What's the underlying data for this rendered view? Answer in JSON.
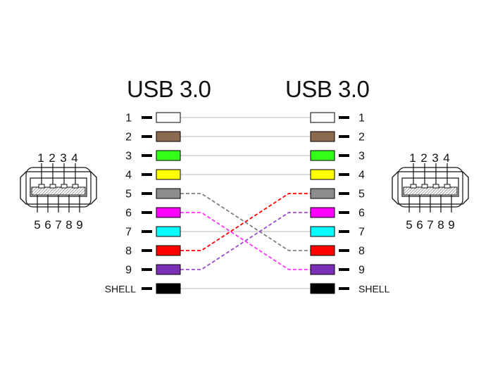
{
  "left_title": "USB 3.0",
  "right_title": "USB 3.0",
  "pins": [
    {
      "label": "1",
      "color": "#ffffff"
    },
    {
      "label": "2",
      "color": "#8b6a4f"
    },
    {
      "label": "3",
      "color": "#33ff1a"
    },
    {
      "label": "4",
      "color": "#ffff00"
    },
    {
      "label": "5",
      "color": "#8c8c8c"
    },
    {
      "label": "6",
      "color": "#ff00ff"
    },
    {
      "label": "7",
      "color": "#00ffff"
    },
    {
      "label": "8",
      "color": "#ff0000"
    },
    {
      "label": "9",
      "color": "#7a2fb5"
    },
    {
      "label": "SHELL",
      "color": "#000000"
    }
  ],
  "crossovers": [
    {
      "from": "5",
      "to": "8",
      "color": "#808080"
    },
    {
      "from": "6",
      "to": "9",
      "color": "#ff33ff"
    },
    {
      "from": "8",
      "to": "5",
      "color": "#ff0000"
    },
    {
      "from": "9",
      "to": "6",
      "color": "#9b4dc8"
    }
  ],
  "connector_left": {
    "top_pins": [
      "1",
      "2",
      "3",
      "4"
    ],
    "bottom_pins": [
      "5",
      "6",
      "7",
      "8",
      "9"
    ]
  },
  "connector_right": {
    "top_pins": [
      "1",
      "2",
      "3",
      "4"
    ],
    "bottom_pins": [
      "5",
      "6",
      "7",
      "8",
      "9"
    ]
  }
}
